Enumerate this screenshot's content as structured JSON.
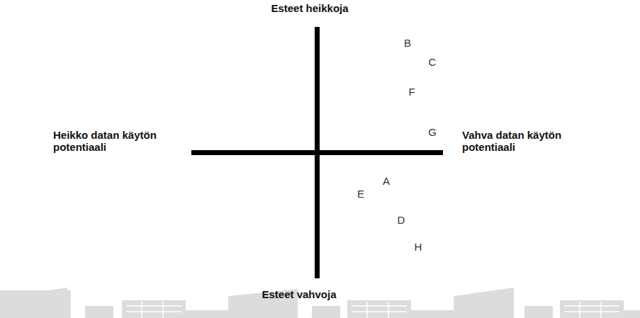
{
  "diagram": {
    "labels": [
      "Esteet heikkoja",
      "B",
      "C",
      "F",
      "Heikko datan käytön potentiaali",
      "G",
      "Vahva datan käytön potentiaali",
      "A",
      "E",
      "D",
      "H",
      "Esteet vahvoja"
    ]
  }
}
